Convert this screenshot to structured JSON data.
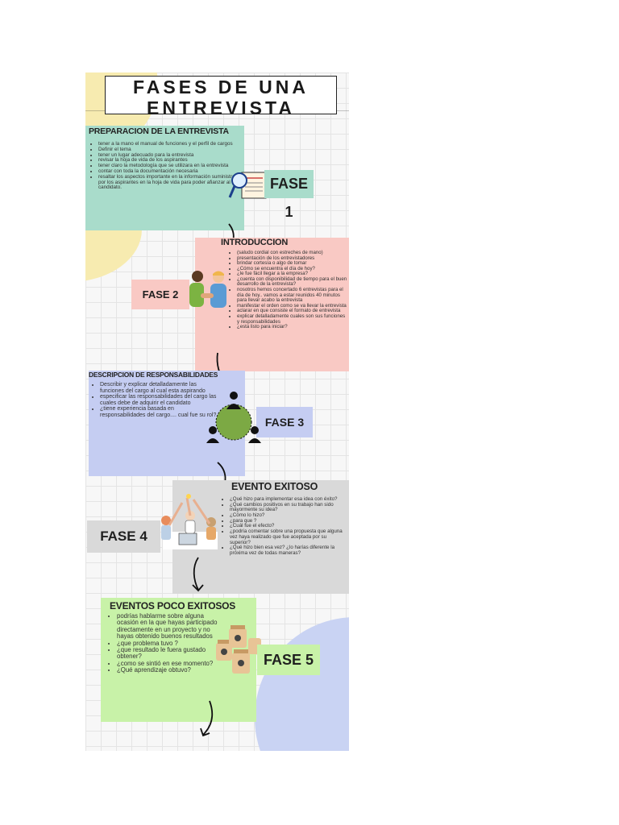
{
  "title": {
    "line1": "FASES DE UNA",
    "line2": "ENTREVISTA"
  },
  "colors": {
    "green": "#a9dccb",
    "pink": "#f9c9c4",
    "blue": "#c5cdf2",
    "gray": "#d9d9d9",
    "lime": "#c8f2a8",
    "yellow": "#f7ebb0",
    "lavender": "#c9d3f3"
  },
  "phases": [
    {
      "label": "FASE 1",
      "heading": "PREPARACION DE LA ENTREVISTA",
      "icon": "magnifier-book-icon",
      "items": [
        "tener a la mano el manual de funciones y el perfil de cargos",
        "Definir el tema",
        "tener un lugar adecuado para la entrevista",
        "revisar la hoja de vida de los aspirantes",
        "tener claro la metodología  que se utilizara  en la entrevista",
        "contar con toda la documentación  necesaria",
        "resaltar los aspectos importante en la información suministrado por los aspirantes  en la hoja de vida para poder afianzar al candidato."
      ]
    },
    {
      "label": "FASE 2",
      "heading": "INTRODUCCION",
      "icon": "handshake-people-icon",
      "items": [
        "(saludo cordial con estreches de mano)",
        "presentación de los entrevistadores",
        "brindar cortesía o algo de tomar",
        "¿Cómo se encuentra el día de hoy?",
        "¿le fue fácil llegar a la empresa?",
        "¿cuenta con disponibilidad de tiempo para el buen desarrollo de la entrevista?",
        "nosotros hemos concertado 6 entrevistas para el día de hoy..  vamos a estar reunidos 40 minutos para llevar acabo la entrevista",
        "manifestar el orden como se va llevar la entrevista",
        "aclarar en que consiste el formato de entrevista",
        "explicar detalladamente cuales son sus funciones y responsabilidades",
        "¿esta listo para iniciar?"
      ]
    },
    {
      "label": "FASE 3",
      "heading": "DESCRIPCION DE RESPONSABILIDADES",
      "icon": "team-circle-icon",
      "items": [
        "Describir y explicar detalladamente las funciones del cargo al cual esta aspirando",
        "especificar las responsabilidades del cargo las cuales debe de adquirir el candidato",
        "¿tiene experiencia basada en responsabilidades del cargo.... cual fue su rol?"
      ]
    },
    {
      "label": "FASE 4",
      "heading": "EVENTO EXITOSO",
      "icon": "high-five-team-icon",
      "items": [
        "¿Qué hizo para implementar esa idea con éxito?",
        "¿Qué cambios positivos en su trabajo han sido mayormente su idea?",
        "¿Cómo lo hizo?",
        "¿para que ?",
        "¿Cuál fue el efecto?",
        "¿podría comentar sobre una propuesta que alguna vez haya realizado que fue aceptada por su superior?",
        "¿Qué hizo bien esa vez? ¿lo harías diferente la próxima vez de todas maneras?"
      ]
    },
    {
      "label": "FASE 5",
      "heading": "EVENTOS POCO EXITOSOS",
      "icon": "jars-icon",
      "items": [
        "podrías hablarme sobre alguna ocasión en la que hayas participado directamente en un proyecto  y no hayas obtenido buenos resultados",
        "¿que problema tuvo ?",
        "¿que resultado le fuera gustado obtener?",
        "¿como se sintió en ese momento?",
        "¿Qué aprendizaje obtuvo?"
      ]
    }
  ]
}
